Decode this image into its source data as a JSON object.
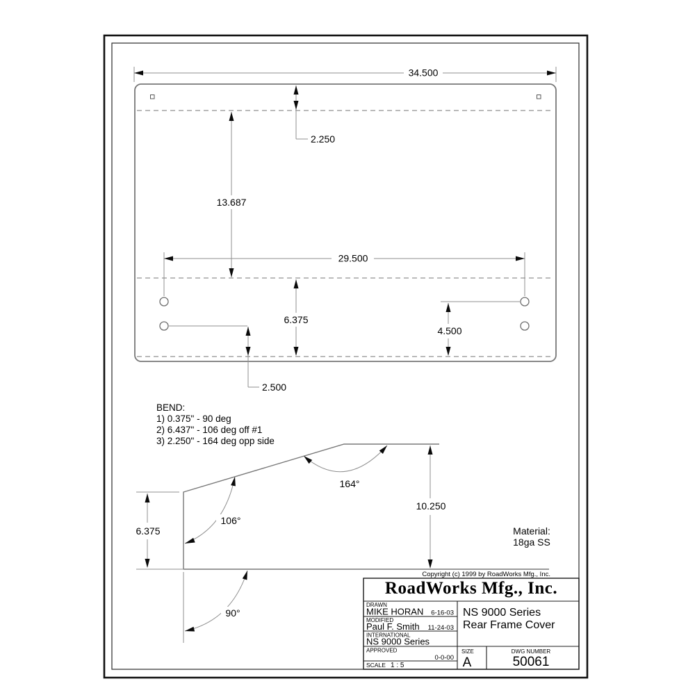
{
  "page": {
    "background": "#ffffff"
  },
  "top_view": {
    "dim_overall_width": "34.500",
    "dim_top_flange": "2.250",
    "dim_mid_height": "13.687",
    "dim_hole_span": "29.500",
    "dim_bottom_section": "6.375",
    "dim_hole_right": "4.500",
    "dim_hole_left": "2.500"
  },
  "bend_notes": {
    "title": "BEND:",
    "lines": [
      "1) 0.375\" - 90 deg",
      "2) 6.437\" - 106 deg off #1",
      "3) 2.250\" - 164 deg opp side"
    ]
  },
  "profile_view": {
    "dim_left_height": "6.375",
    "dim_right_height": "10.250",
    "angle_top": "164°",
    "angle_mid": "106°",
    "angle_bottom": "90°"
  },
  "material": {
    "label": "Material:",
    "value": "18ga SS"
  },
  "copyright": "Copyright (c) 1999 by RoadWorks Mfg., Inc.",
  "title_block": {
    "company": "RoadWorks Mfg., Inc.",
    "drawn_label": "DRAWN",
    "drawn_name": "MIKE HORAN",
    "drawn_date": "6-16-03",
    "modified_label": "MODIFIED",
    "modified_name": "Paul F. Smith",
    "modified_date": "11-24-03",
    "series_label": "INTERNATIONAL",
    "series_value": "NS 9000 Series",
    "approved_label": "APPROVED",
    "approved_date": "0-0-00",
    "scale_label": "SCALE",
    "scale_value": "1 : 5",
    "part_name_line1": "NS 9000 Series",
    "part_name_line2": "Rear Frame Cover",
    "size_label": "SIZE",
    "size_value": "A",
    "dwg_label": "DWG NUMBER",
    "dwg_number": "50061"
  }
}
